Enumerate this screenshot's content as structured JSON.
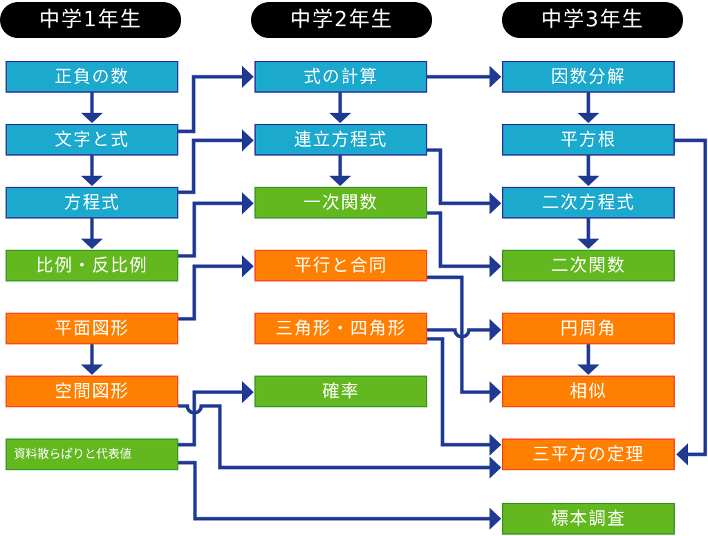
{
  "colors": {
    "algebra": "#1BA9CD",
    "function_data": "#63B81F",
    "geometry": "#FF8000",
    "arrow": "#1F3A93",
    "header": "#000000"
  },
  "columns": [
    {
      "header": "中学1年生",
      "nodes": [
        {
          "label": "正負の数",
          "category": "algebra"
        },
        {
          "label": "文字と式",
          "category": "algebra"
        },
        {
          "label": "方程式",
          "category": "algebra"
        },
        {
          "label": "比例・反比例",
          "category": "function_data"
        },
        {
          "label": "平面図形",
          "category": "geometry"
        },
        {
          "label": "空間図形",
          "category": "geometry"
        },
        {
          "label": "資料散らぱりと代表値",
          "category": "function_data"
        }
      ]
    },
    {
      "header": "中学2年生",
      "nodes": [
        {
          "label": "式の計算",
          "category": "algebra"
        },
        {
          "label": "連立方程式",
          "category": "algebra"
        },
        {
          "label": "一次関数",
          "category": "function_data"
        },
        {
          "label": "平行と合同",
          "category": "geometry"
        },
        {
          "label": "三角形・四角形",
          "category": "geometry"
        },
        {
          "label": "確率",
          "category": "function_data"
        }
      ]
    },
    {
      "header": "中学3年生",
      "nodes": [
        {
          "label": "因数分解",
          "category": "algebra"
        },
        {
          "label": "平方根",
          "category": "algebra"
        },
        {
          "label": "二次方程式",
          "category": "algebra"
        },
        {
          "label": "二次関数",
          "category": "function_data"
        },
        {
          "label": "円周角",
          "category": "geometry"
        },
        {
          "label": "相似",
          "category": "geometry"
        },
        {
          "label": "三平方の定理",
          "category": "geometry"
        },
        {
          "label": "標本調査",
          "category": "function_data"
        }
      ]
    }
  ],
  "edges": [
    {
      "from": "正負の数",
      "to": "文字と式"
    },
    {
      "from": "文字と式",
      "to": "方程式"
    },
    {
      "from": "方程式",
      "to": "比例・反比例"
    },
    {
      "from": "平面図形",
      "to": "空間図形"
    },
    {
      "from": "文字と式",
      "to": "式の計算"
    },
    {
      "from": "方程式",
      "to": "連立方程式"
    },
    {
      "from": "比例・反比例",
      "to": "一次関数"
    },
    {
      "from": "平面図形",
      "to": "平行と合同"
    },
    {
      "from": "資料散らぱりと代表値",
      "to": "確率"
    },
    {
      "from": "空間図形",
      "to": "三平方の定理"
    },
    {
      "from": "資料散らぱりと代表値",
      "to": "標本調査"
    },
    {
      "from": "式の計算",
      "to": "連立方程式"
    },
    {
      "from": "連立方程式",
      "to": "一次関数"
    },
    {
      "from": "式の計算",
      "to": "因数分解"
    },
    {
      "from": "連立方程式",
      "to": "二次方程式"
    },
    {
      "from": "一次関数",
      "to": "二次関数"
    },
    {
      "from": "平行と合同",
      "to": "相似"
    },
    {
      "from": "三角形・四角形",
      "to": "円周角"
    },
    {
      "from": "三角形・四角形",
      "to": "三平方の定理"
    },
    {
      "from": "因数分解",
      "to": "平方根"
    },
    {
      "from": "平方根",
      "to": "二次方程式"
    },
    {
      "from": "二次方程式",
      "to": "二次関数"
    },
    {
      "from": "円周角",
      "to": "相似"
    },
    {
      "from": "平方根",
      "to": "三平方の定理"
    }
  ]
}
